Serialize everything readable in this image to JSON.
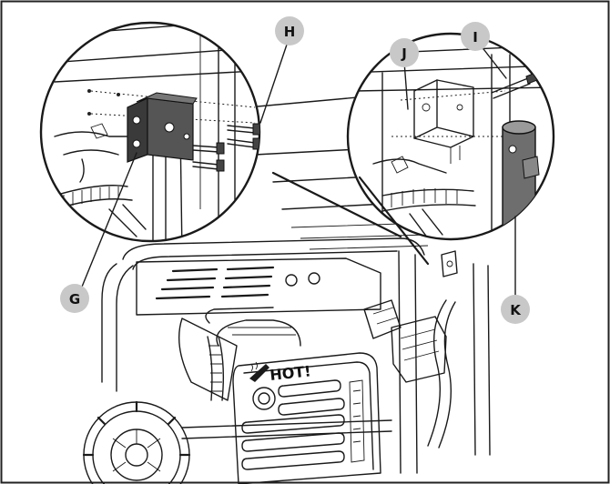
{
  "callouts": {
    "g": "G",
    "h": "H",
    "i": "I",
    "j": "J",
    "k": "K"
  },
  "label_hot": "HOT!",
  "colors": {
    "callout_fill": "#c8c8c8",
    "bracket_fill": "#3a3a3a",
    "tube_fill": "#6e6e6e",
    "line": "#1a1a1a",
    "frame": "#222222"
  }
}
